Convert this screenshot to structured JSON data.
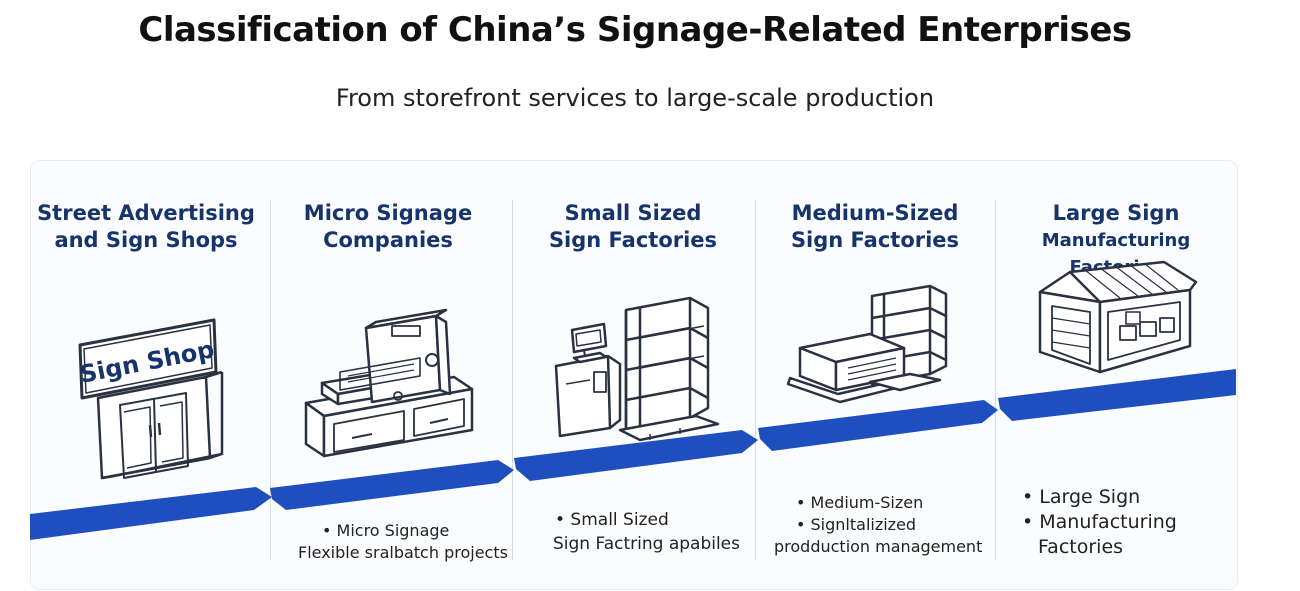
{
  "header": {
    "title": "Classification of China’s Signage-Related Enterprises",
    "subtitle": "From storefront services to large-scale production"
  },
  "colors": {
    "accent": "#1f4fbf",
    "title_text": "#17336b",
    "line_art": "#2a3140"
  },
  "columns": [
    {
      "title_line1": "Street Advertising",
      "title_line2": "and Sign Shops",
      "illustration": "sign-shop-storefront-icon",
      "sign_text": "Sign Shop",
      "bullets": []
    },
    {
      "title_line1": "Micro Signage",
      "title_line2": "Companies",
      "illustration": "cnc-machine-icon",
      "bullets": [
        "• Micro Signage",
        "Flexible sralbatch projects"
      ]
    },
    {
      "title_line1": "Small Sized",
      "title_line2": "Sign Factories",
      "illustration": "workstation-and-racks-icon",
      "bullets": [
        "• Small Sized",
        "Sign Factring apabiles"
      ]
    },
    {
      "title_line1": "Medium-Sized",
      "title_line2": "Sign Factories",
      "illustration": "warehouse-with-racks-icon",
      "bullets": [
        "• Medium-Sizen",
        "• Signltalizized",
        "prodduction management"
      ]
    },
    {
      "title_line1": "Large Sign",
      "title_line2": "Manufacturing Factories",
      "illustration": "large-factory-icon",
      "bullets": [
        "• Large Sign",
        "• Manufacturing",
        "Factories"
      ]
    }
  ]
}
